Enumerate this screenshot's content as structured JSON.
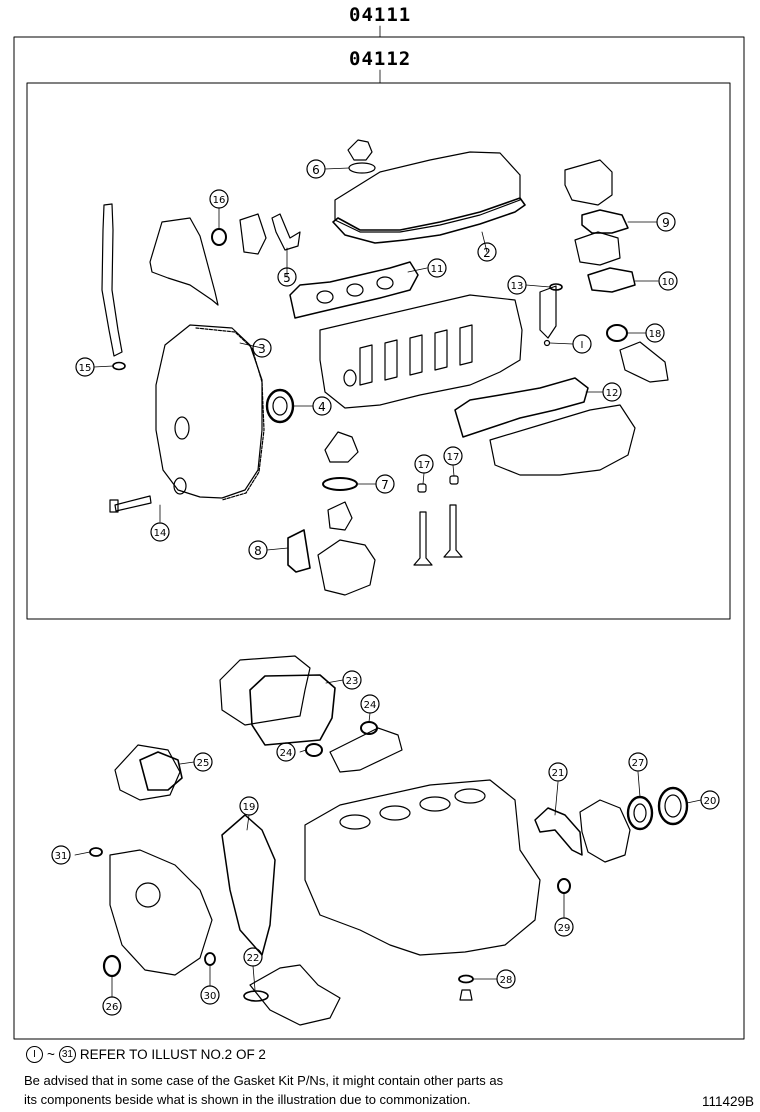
{
  "header": {
    "outer_code": "04111",
    "inner_code": "04112"
  },
  "callouts": [
    {
      "id": "c2",
      "label": "2"
    },
    {
      "id": "c3",
      "label": "3"
    },
    {
      "id": "c4",
      "label": "4"
    },
    {
      "id": "c5",
      "label": "5"
    },
    {
      "id": "c6",
      "label": "6"
    },
    {
      "id": "c7",
      "label": "7"
    },
    {
      "id": "c8",
      "label": "8"
    },
    {
      "id": "c9",
      "label": "9"
    },
    {
      "id": "c10",
      "label": "10"
    },
    {
      "id": "c11",
      "label": "11"
    },
    {
      "id": "c12",
      "label": "12"
    },
    {
      "id": "c13",
      "label": "13"
    },
    {
      "id": "c14",
      "label": "14"
    },
    {
      "id": "c15",
      "label": "15"
    },
    {
      "id": "c16",
      "label": "16"
    },
    {
      "id": "c17a",
      "label": "17"
    },
    {
      "id": "c17b",
      "label": "17"
    },
    {
      "id": "c18",
      "label": "18"
    },
    {
      "id": "cI",
      "label": "I"
    },
    {
      "id": "c19",
      "label": "19"
    },
    {
      "id": "c20",
      "label": "20"
    },
    {
      "id": "c21",
      "label": "21"
    },
    {
      "id": "c22",
      "label": "22"
    },
    {
      "id": "c23",
      "label": "23"
    },
    {
      "id": "c24a",
      "label": "24"
    },
    {
      "id": "c24b",
      "label": "24"
    },
    {
      "id": "c25",
      "label": "25"
    },
    {
      "id": "c26",
      "label": "26"
    },
    {
      "id": "c27",
      "label": "27"
    },
    {
      "id": "c28",
      "label": "28"
    },
    {
      "id": "c29",
      "label": "29"
    },
    {
      "id": "c30",
      "label": "30"
    },
    {
      "id": "c31",
      "label": "31"
    }
  ],
  "footer": {
    "ref_start": "I",
    "ref_tilde": "~",
    "ref_end": "31",
    "ref_text": "REFER TO ILLUST NO.2 OF 2",
    "note_line1": "Be advised that in some case of the Gasket Kit P/Ns,  it might contain other parts as",
    "note_line2": "its components beside what is shown in the illustration due to commonization.",
    "illustration_number": "111429B"
  }
}
